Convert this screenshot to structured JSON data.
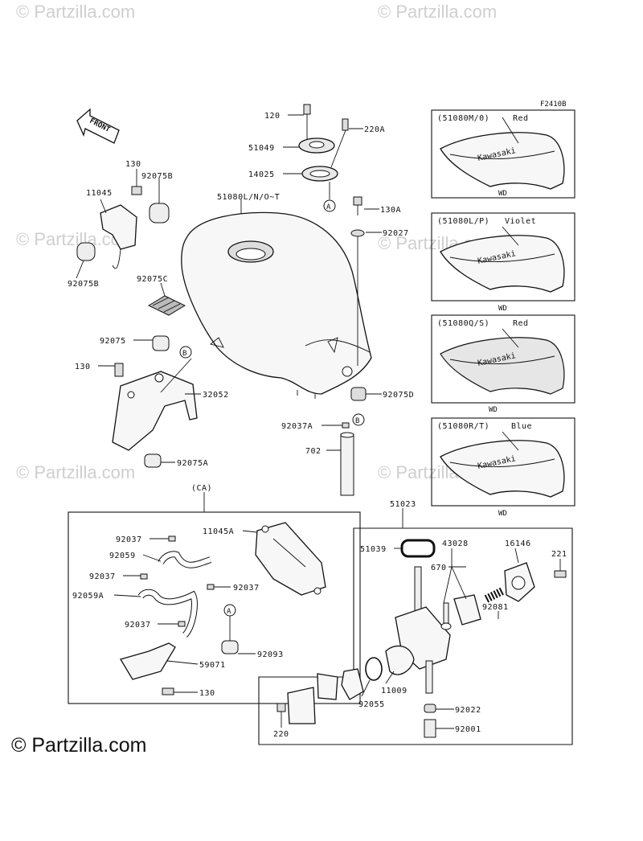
{
  "figure_code": "F2410B",
  "front_arrow": "FRONT",
  "watermark": "© Partzilla.com",
  "footer": "© Partzilla.com",
  "variants": [
    {
      "code": "(51080M/0)",
      "color": "Red",
      "tank_text": "Kawasaki",
      "suffix": "WD"
    },
    {
      "code": "(51080L/P)",
      "color": "Violet",
      "tank_text": "Kawasaki",
      "suffix": "WD"
    },
    {
      "code": "(51080Q/S)",
      "color": "Red",
      "tank_text": "Kawasaki",
      "suffix": "WD"
    },
    {
      "code": "(51080R/T)",
      "color": "Blue",
      "tank_text": "Kawasaki",
      "suffix": "WD"
    }
  ],
  "callouts": {
    "A": "A",
    "B": "B"
  },
  "parts": {
    "p120": "120",
    "p220A": "220A",
    "p51049": "51049",
    "p14025": "14025",
    "p51080": "51080L/N/O~T",
    "p130A": "130A",
    "p92027": "92027",
    "p130_top": "130",
    "p92075B_top": "92075B",
    "p11045": "11045",
    "p92075B_bot": "92075B",
    "p92075C": "92075C",
    "p92075": "92075",
    "p130_mid": "130",
    "p32052": "32052",
    "p92075A": "92075A",
    "p92075D": "92075D",
    "p92037A": "92037A",
    "p702": "702",
    "pCA": "(CA)",
    "p51023": "51023",
    "p92037_1": "92037",
    "p92059": "92059",
    "p11045A": "11045A",
    "p92037_2": "92037",
    "p92059A": "92059A",
    "p92037_3": "92037",
    "p92037_4": "92037",
    "p92093": "92093",
    "p59071": "59071",
    "p130_low": "130",
    "p51039": "51039",
    "p43028": "43028",
    "p16146": "16146",
    "p221": "221",
    "p670": "670",
    "p92081": "92081",
    "p11009": "11009",
    "p92055": "92055",
    "p92022": "92022",
    "p92001": "92001",
    "p220": "220"
  }
}
